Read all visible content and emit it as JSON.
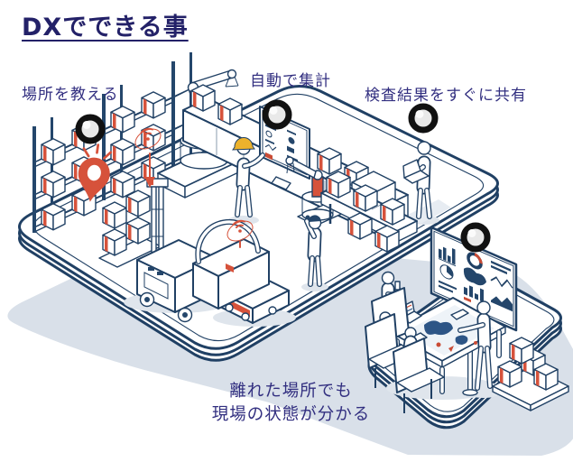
{
  "title": "DXでできる事",
  "labels": {
    "teach_location": "場所を教える",
    "auto_tally": "自動で集計",
    "share_inspection": "検査結果をすぐに共有",
    "remote_line1": "離れた場所でも",
    "remote_line2": "現場の状態が分かる"
  },
  "colors": {
    "title_text": "#232168",
    "label_text": "#322f80",
    "outline_navy": "#204064",
    "accent_orange": "#d6523b",
    "background_light": "#d9e0e9",
    "helmet_yellow": "#ecb22c",
    "pin_black": "#111111"
  },
  "icons": {
    "marker_pin": "black-circle-map-marker (4 highlight pins)",
    "wifi_icon": "orange-wireless-signal",
    "location_pin_icon": "red-map-location-pin",
    "down_arrow_icon": "red-down-arrow"
  }
}
